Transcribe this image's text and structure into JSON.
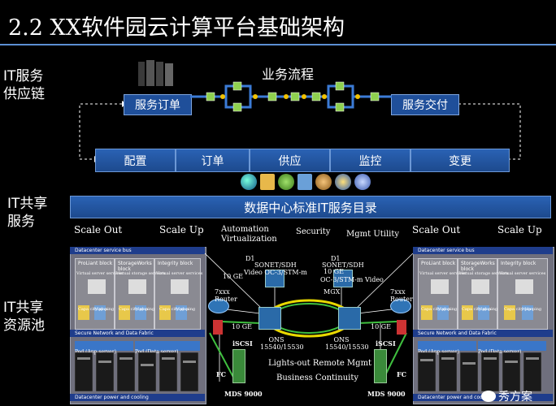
{
  "title": "2.2 XX软件园云计算平台基础架构",
  "side_labels": {
    "it_service_supply_chain": [
      "IT服务",
      "供应链"
    ],
    "it_shared_services": [
      "IT共享",
      "服务"
    ],
    "it_shared_pool": [
      "IT共享",
      "资源池"
    ]
  },
  "process": {
    "title": "业务流程",
    "left_box": "服务订单",
    "right_box": "服务交付",
    "flow_dot_colors": [
      "#8fd14f",
      "#f2c200",
      "#3b7bd6"
    ],
    "flow_line_color": "#3b7bd6"
  },
  "supply_steps": [
    "配置",
    "订单",
    "供应",
    "监控",
    "变更"
  ],
  "catalog": {
    "label": "数据中心标准IT服务目录",
    "icon_names": [
      "globe-icon",
      "folder-icon",
      "network-icon",
      "book-icon",
      "people-icon",
      "help-icon",
      "users-icon"
    ]
  },
  "categories": [
    "Scale Out",
    "Scale Up",
    "Automation",
    "Virtualization",
    "Security",
    "Mgmt Utility",
    "Scale Out",
    "Scale Up"
  ],
  "left_dc": {
    "service_bus": "Datacenter service bus",
    "blocks": [
      "ProLiant block",
      "StorageWorks block",
      "Integrity block"
    ],
    "sub_labels": [
      "Virtual server services",
      "Virtual storage services",
      "Virtual server services"
    ],
    "cap_labels": [
      "Capa city plan",
      "Map ping",
      "Capa city plan",
      "Map ping",
      "Capa city plan",
      "Map ping"
    ],
    "fabric": "Secure Network and Data Fabric",
    "pods": [
      "Pod (App server)",
      "Pod (Data server)"
    ],
    "power": "Datacenter power and cooling"
  },
  "right_dc": {
    "service_bus": "Datacenter service bus",
    "blocks": [
      "ProLiant block",
      "StorageWorks block",
      "Integrity block"
    ],
    "sub_labels": [
      "Virtual server services",
      "Virtual storage services",
      "Virtual server services"
    ],
    "cap_labels": [
      "Capa city plan",
      "Map ping",
      "Capa city plan",
      "Map ping",
      "Capa city plan",
      "Map ping"
    ],
    "fabric": "Secure Network and Data Fabric",
    "pods": [
      "Pod (App server)",
      "Pod (Data server)"
    ],
    "power": "Datacenter power and cooling"
  },
  "network": {
    "d1_left": "D1",
    "d1_right": "D1",
    "sonet_left": "SONET/SDH",
    "sonet_right": "SONET/SDH",
    "video_left": "Video OC-3/STM-m",
    "video_right": "OC-3/STM-m Video",
    "tengige_1": "10 GE",
    "tengige_2": "10 GE",
    "tengige_3": "10 GE",
    "tengige_4": "10 GE",
    "router_left": "7xxx Router",
    "router_right": "7xxx Router",
    "mgx": "MGX",
    "ons_left": "ONS 15540/15530",
    "ons_right": "ONS 15540/15530",
    "iscsi_left": "iSCSI",
    "iscsi_right": "iSCSI",
    "fc_left": "FC",
    "fc_right": "FC",
    "mds_left": "MDS 9000",
    "mds_right": "MDS 9000",
    "lights_out": "Lights-out Remote Mgmt",
    "continuity": "Business Continuity",
    "ring_colors": [
      "#e8d800",
      "#3fbf3f"
    ]
  },
  "watermark": "秀方案",
  "colors": {
    "accent": "#1f4f9a",
    "title_rule": "#5b8fd4"
  }
}
